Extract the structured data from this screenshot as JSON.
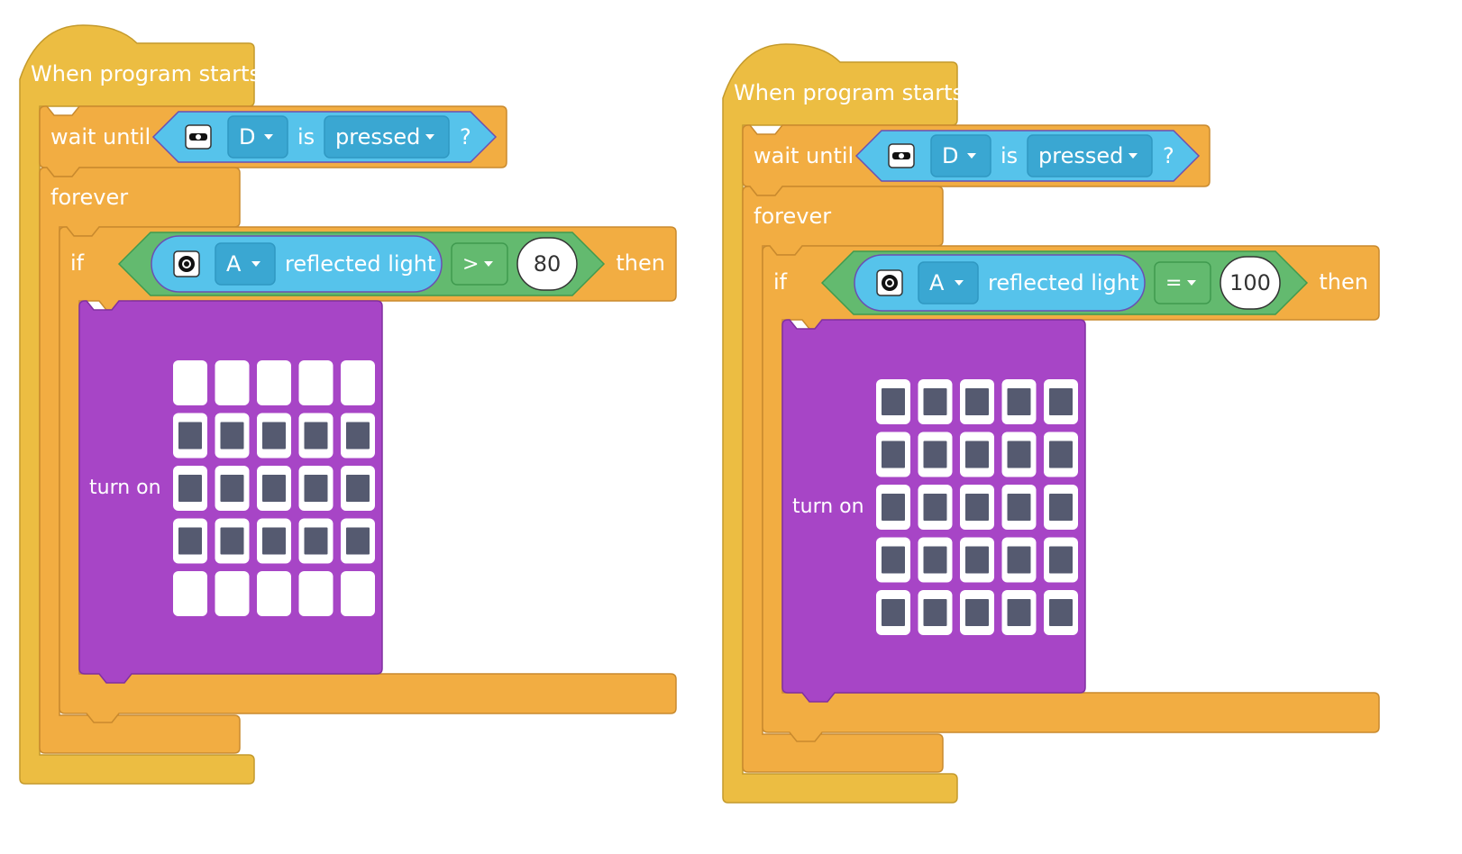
{
  "colors": {
    "hat": "#ecbd42",
    "hat_stroke": "#c49a2c",
    "control": "#f2ad42",
    "control_stroke": "#c98a2e",
    "sensor": "#56c3eb",
    "sensor_stroke": "#2f98c2",
    "sensor_dark": "#3aa7d2",
    "operator": "#63ba6f",
    "operator_stroke": "#3f9a4f",
    "display": "#a745c6",
    "display_stroke": "#8130a0",
    "led_off": "#555a70",
    "led_on": "#ffffff",
    "text": "#ffffff"
  },
  "programs": [
    {
      "hat_label": "When program starts",
      "wait": {
        "label": "wait until",
        "sensor_icon": "force-sensor-icon",
        "port": "D",
        "is_label": "is",
        "state": "pressed",
        "question": "?"
      },
      "forever_label": "forever",
      "if": {
        "if_label": "if",
        "sensor_icon": "color-sensor-icon",
        "port": "A",
        "property": "reflected light",
        "operator": ">",
        "value": "80",
        "then_label": "then"
      },
      "display": {
        "label": "turn on",
        "matrix": [
          [
            1,
            1,
            1,
            1,
            1
          ],
          [
            0,
            0,
            0,
            0,
            0
          ],
          [
            0,
            0,
            0,
            0,
            0
          ],
          [
            0,
            0,
            0,
            0,
            0
          ],
          [
            1,
            1,
            1,
            1,
            1
          ]
        ]
      }
    },
    {
      "hat_label": "When program starts",
      "wait": {
        "label": "wait until",
        "sensor_icon": "force-sensor-icon",
        "port": "D",
        "is_label": "is",
        "state": "pressed",
        "question": "?"
      },
      "forever_label": "forever",
      "if": {
        "if_label": "if",
        "sensor_icon": "color-sensor-icon",
        "port": "A",
        "property": "reflected light",
        "operator": "=",
        "value": "100",
        "then_label": "then"
      },
      "display": {
        "label": "turn on",
        "matrix": [
          [
            0,
            0,
            0,
            0,
            0
          ],
          [
            0,
            0,
            0,
            0,
            0
          ],
          [
            0,
            0,
            0,
            0,
            0
          ],
          [
            0,
            0,
            0,
            0,
            0
          ],
          [
            0,
            0,
            0,
            0,
            0
          ]
        ]
      }
    }
  ]
}
